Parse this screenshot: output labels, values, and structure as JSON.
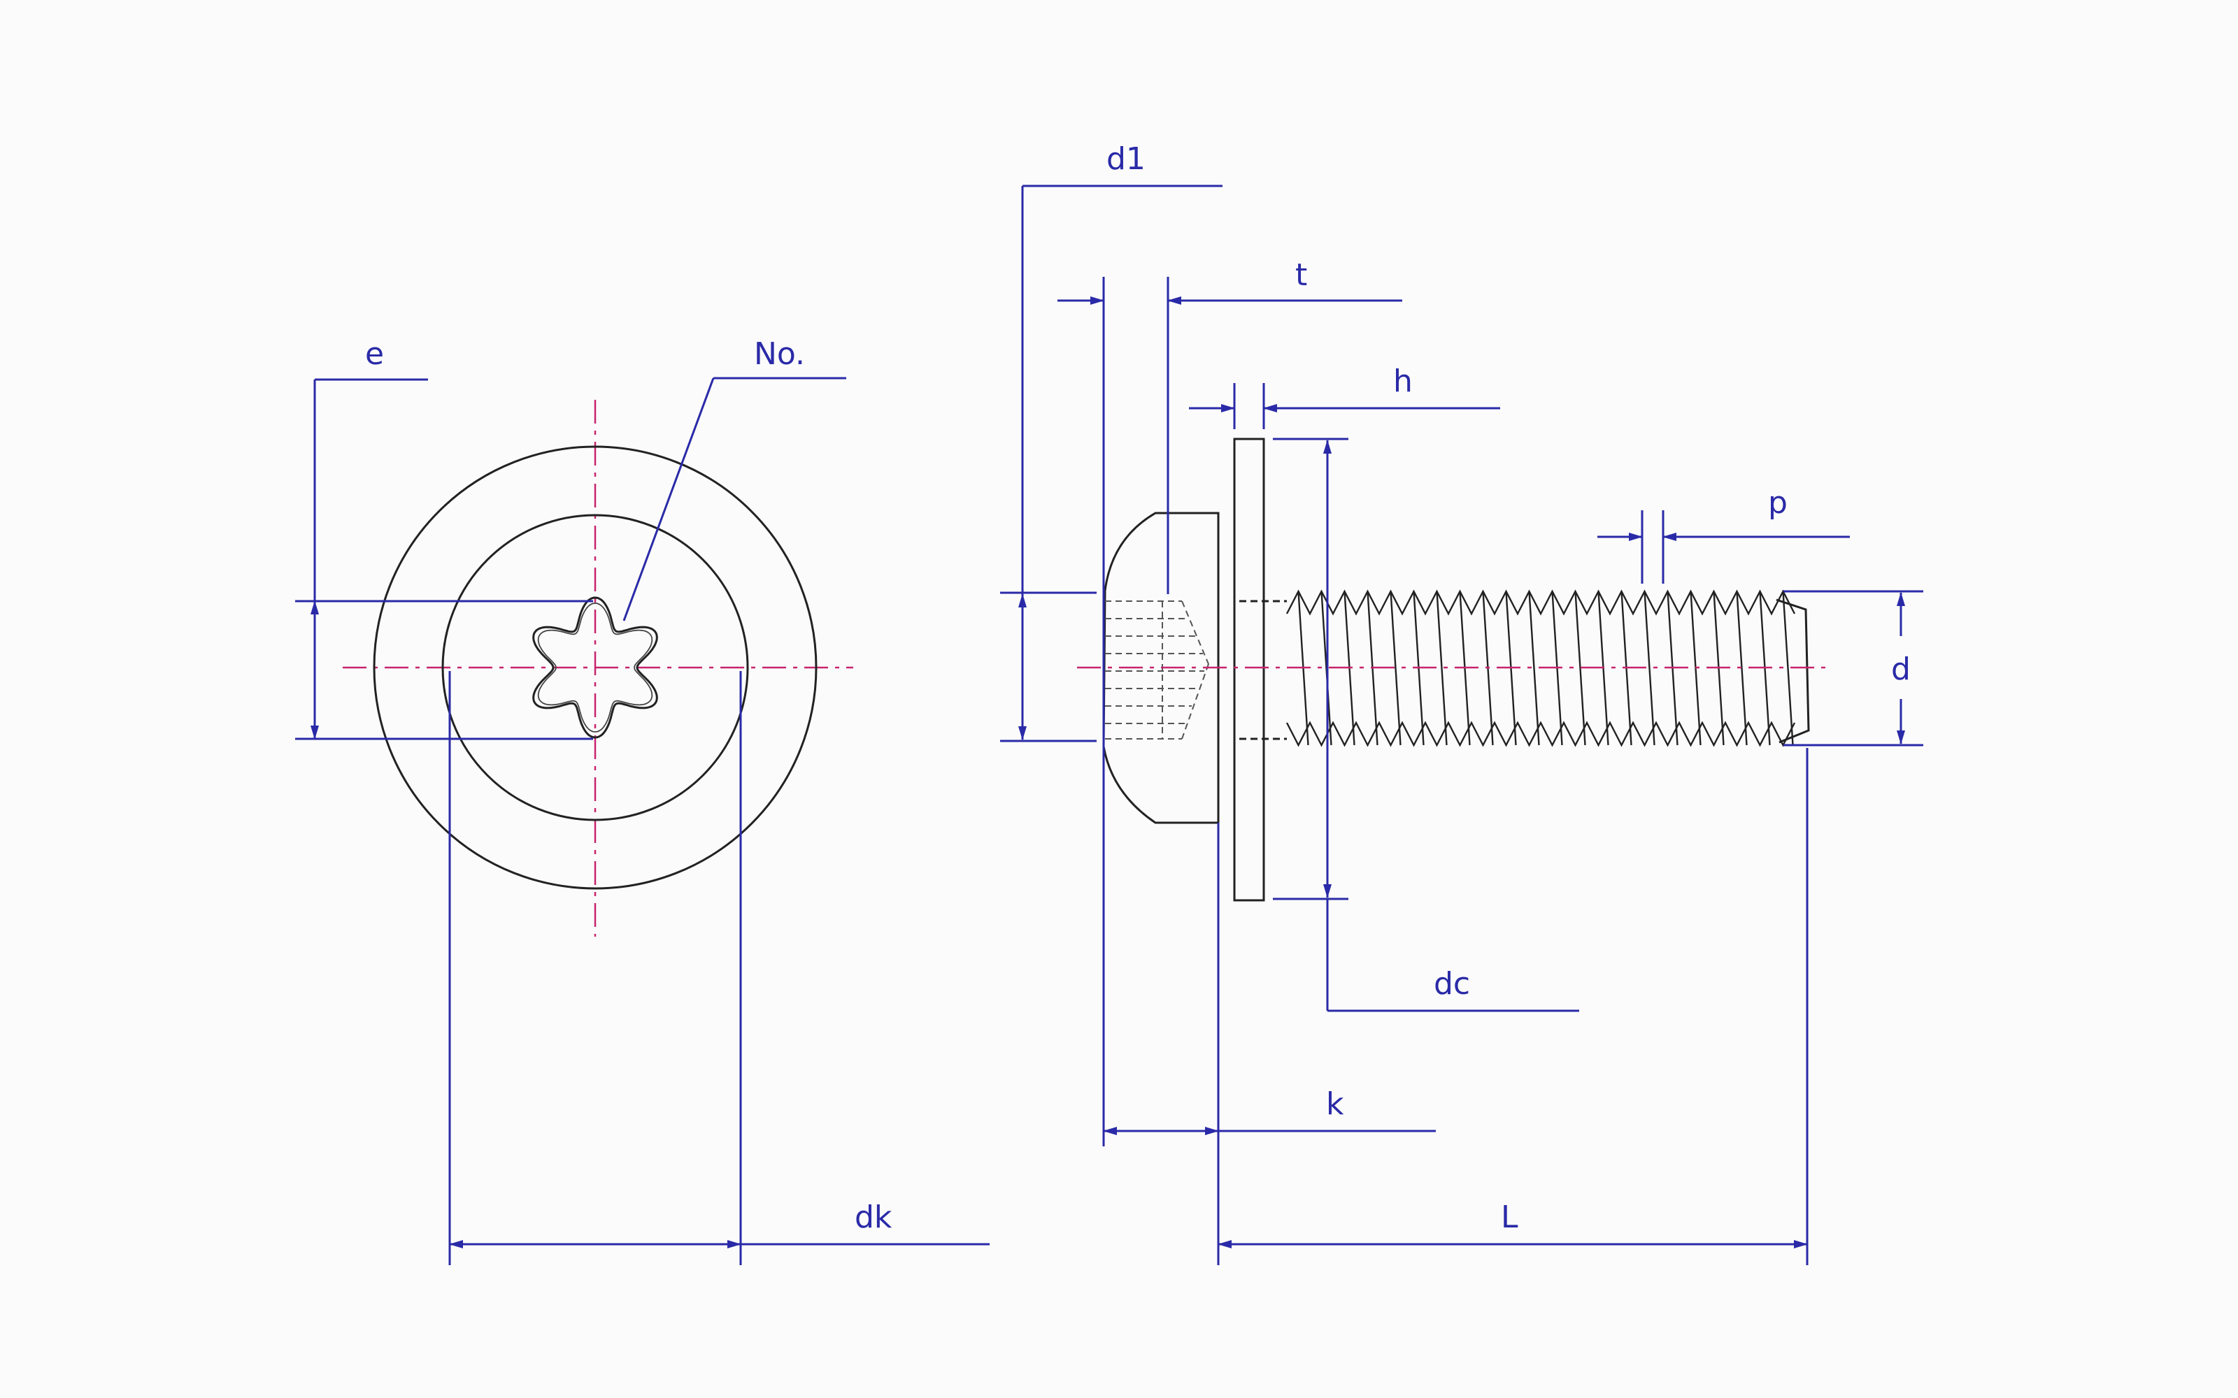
{
  "drawing": {
    "labels": {
      "e": "e",
      "no": "No.",
      "dk": "dk",
      "d1": "d1",
      "t": "t",
      "h": "h",
      "p": "p",
      "d": "d",
      "dc": "dc",
      "k": "k",
      "L": "L"
    }
  },
  "colors": {
    "background": "#fbfbfb",
    "dimension": "#2a2aa8",
    "outline": "#222222",
    "centerline": "#c8246e"
  }
}
